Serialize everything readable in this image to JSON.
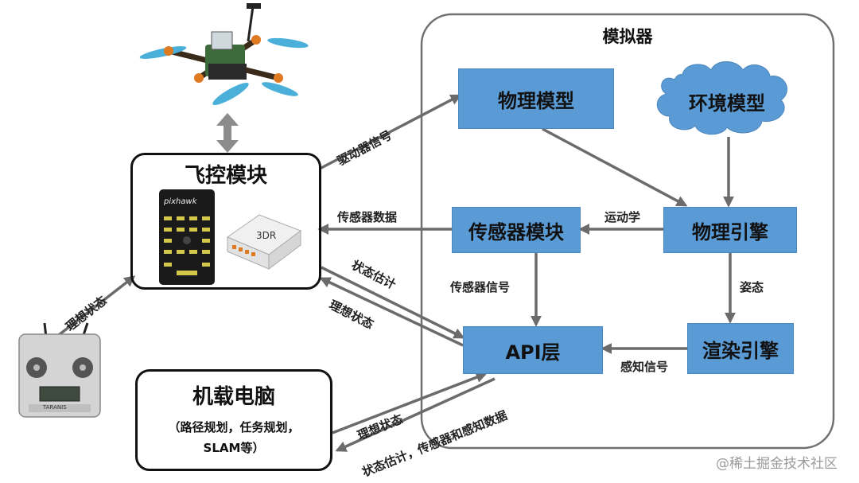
{
  "simulator": {
    "title": "模拟器",
    "physics_model": "物理模型",
    "environment_model": "环境模型",
    "physics_engine": "物理引擎",
    "sensor_module": "传感器模块",
    "render_engine": "渲染引擎",
    "api_layer": "API层"
  },
  "flight_control": {
    "title": "飞控模块",
    "board_label": "pixhawk"
  },
  "onboard_computer": {
    "title": "机载电脑",
    "desc_line1": "（路径规划，任务规划，",
    "desc_line2": "SLAM等）"
  },
  "labels": {
    "actuator_signal": "驱动器信号",
    "sensor_data": "传感器数据",
    "state_estimate": "状态估计",
    "ideal_state_fc": "理想状态",
    "ideal_state_rc": "理想状态",
    "kinematics": "运动学",
    "attitude": "姿态",
    "sensor_signal": "传感器信号",
    "perception_signal": "感知信号",
    "ideal_state_pc": "理想状态",
    "state_sensor_perception": "状态估计，传感器和感知数据"
  },
  "devices": {
    "drone": "drone-image",
    "remote_controller": "remote-controller-image",
    "rc_brand": "TARANIS"
  },
  "watermark": "@稀土掘金技术社区",
  "colors": {
    "box_blue": "#5b9bd5",
    "arrow_gray": "#6b6b6b",
    "frame_gray": "#707070"
  }
}
